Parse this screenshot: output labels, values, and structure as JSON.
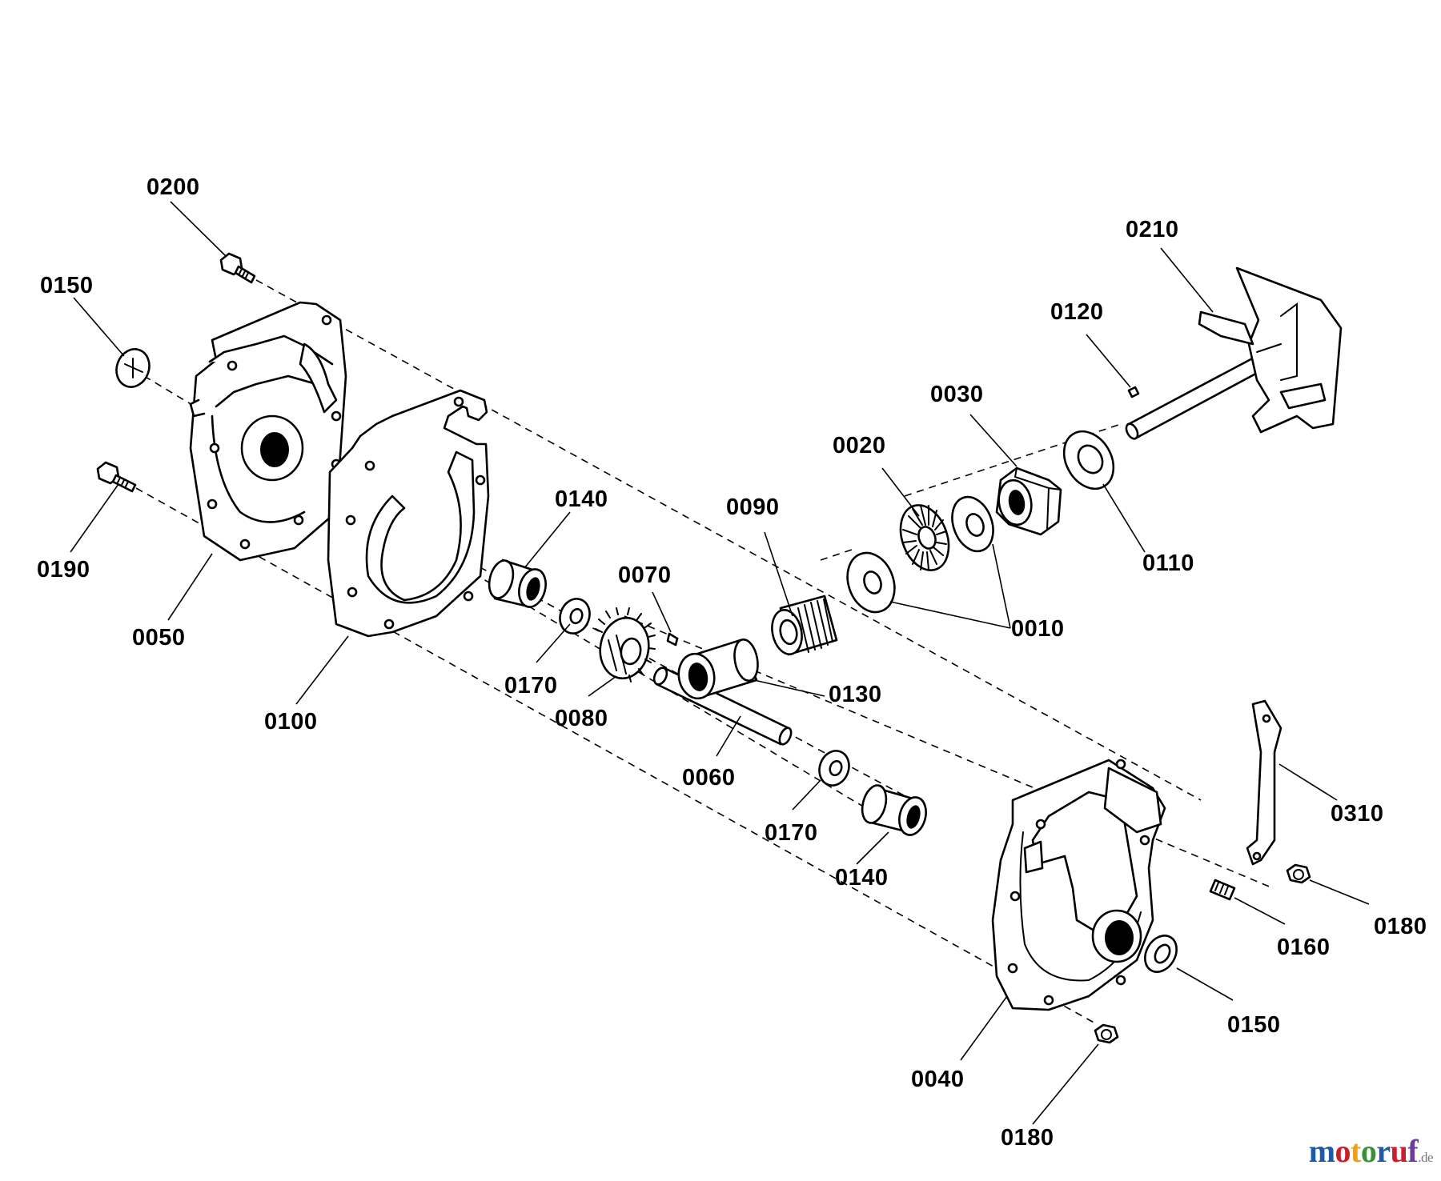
{
  "callouts": {
    "c0200": "0200",
    "c0150a": "0150",
    "c0190": "0190",
    "c0050": "0050",
    "c0100": "0100",
    "c0140a": "0140",
    "c0170a": "0170",
    "c0080": "0080",
    "c0070": "0070",
    "c0060": "0060",
    "c0090": "0090",
    "c0130": "0130",
    "c0020": "0020",
    "c0030": "0030",
    "c0010": "0010",
    "c0110": "0110",
    "c0120": "0120",
    "c0210": "0210",
    "c0170b": "0170",
    "c0140b": "0140",
    "c0310": "0310",
    "c0180a": "0180",
    "c0160": "0160",
    "c0150b": "0150",
    "c0040": "0040",
    "c0180b": "0180"
  },
  "watermark": {
    "text": "motoruf",
    "tld": ".de",
    "colors": [
      "#1e5aa8",
      "#c8202a",
      "#e8a21c",
      "#3a8f3a",
      "#1e5aa8",
      "#c8202a",
      "#6a3d9a"
    ]
  }
}
